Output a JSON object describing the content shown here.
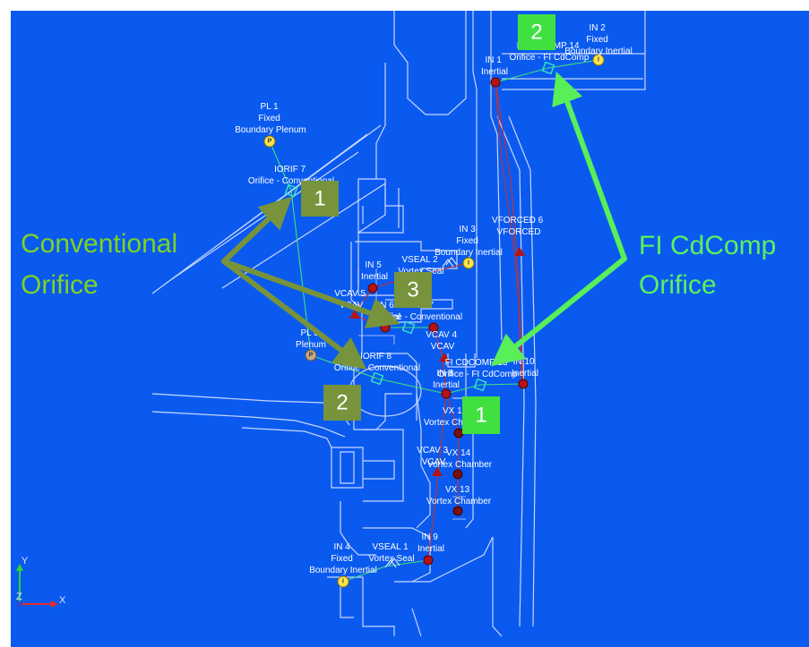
{
  "callouts": {
    "conventional": [
      "Conventional",
      "Orifice"
    ],
    "fi_cdcomp": [
      "FI CdComp",
      "Orifice"
    ]
  },
  "badges": {
    "conv_1": "1",
    "conv_2": "2",
    "conv_3": "3",
    "fi_1": "1",
    "fi_2": "2"
  },
  "axis": {
    "y": "Y",
    "x": "X",
    "z": "Z"
  },
  "node_symbols": {
    "inertial": "",
    "boundary": "I",
    "plenum": "P"
  },
  "labels": {
    "pl1": [
      "PL 1",
      "Fixed",
      "Boundary Plenum"
    ],
    "iorif7": [
      "IORIF 7",
      "Orifice - Conventional"
    ],
    "in2": [
      "IN 2",
      "Fixed",
      "Boundary Inertial"
    ],
    "fi_top": [
      "FI CDCOMP 14",
      "Orifice - FI CdComp"
    ],
    "in1": [
      "IN 1",
      "Inertial"
    ],
    "in3": [
      "IN 3",
      "Fixed",
      "Boundary Inertial"
    ],
    "vforced6": [
      "VFORCED 6",
      "VFORCED"
    ],
    "in5": [
      "IN 5",
      "Inertial"
    ],
    "vseal2": [
      "VSEAL 2",
      "Vortex Seal"
    ],
    "vcav5": [
      "VCAV 5",
      "VCAV"
    ],
    "in6": [
      "IN 6",
      "Inertial"
    ],
    "iorif_mid": [
      "IORIF 7",
      "Orifice - Conventional"
    ],
    "vcav4": [
      "VCAV 4",
      "VCAV"
    ],
    "pl3": [
      "PL 3",
      "Plenum"
    ],
    "iorif8": [
      "IORIF 8",
      "Orifice - Conventional"
    ],
    "fi13": [
      "FI CDCOMP 13",
      "Orifice - FI CdComp"
    ],
    "in8": [
      "IN 8",
      "Inertial"
    ],
    "in10": [
      "IN 10",
      "Inertial"
    ],
    "vx15": [
      "VX 15",
      "Vortex Chamber"
    ],
    "vcav3": [
      "VCAV 3",
      "VCAV"
    ],
    "vx14": [
      "VX 14",
      "Vortex Chamber"
    ],
    "vx13": [
      "VX 13",
      "Vortex Chamber"
    ],
    "in9": [
      "IN 9",
      "Inertial"
    ],
    "in4": [
      "IN 4",
      "Fixed",
      "Boundary Inertial"
    ],
    "vseal1": [
      "VSEAL 1",
      "Vortex Seal"
    ]
  }
}
